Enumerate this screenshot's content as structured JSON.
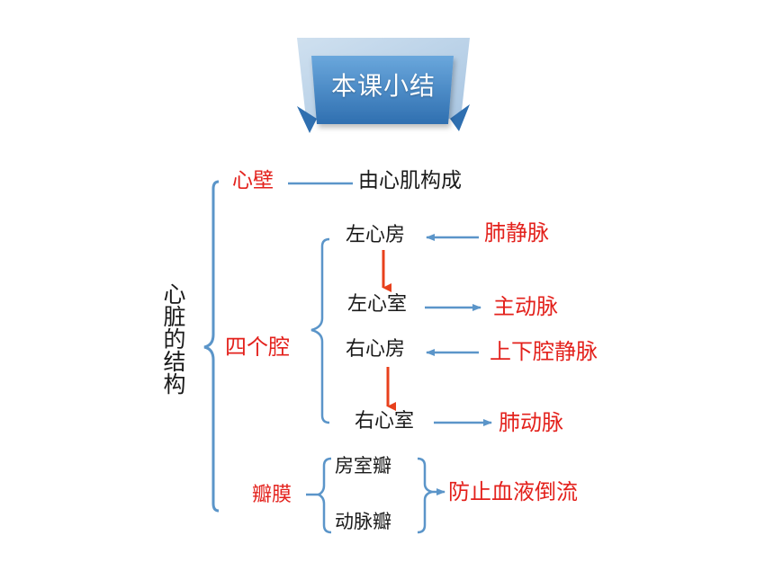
{
  "title": "本课小结",
  "root_label": "心脏的结构",
  "wall": {
    "label": "心壁",
    "desc": "由心肌构成"
  },
  "chambers": {
    "label": "四个腔",
    "items": [
      {
        "name": "左心房",
        "vessel": "肺静脉",
        "direction": "in"
      },
      {
        "name": "左心室",
        "vessel": "主动脉",
        "direction": "out"
      },
      {
        "name": "右心房",
        "vessel": "上下腔静脉",
        "direction": "in"
      },
      {
        "name": "右心室",
        "vessel": "肺动脉",
        "direction": "out"
      }
    ]
  },
  "valves": {
    "label": "瓣膜",
    "items": [
      "房室瓣",
      "动脉瓣"
    ],
    "function": "防止血液倒流"
  },
  "colors": {
    "accent_red": "#e3211c",
    "line_blue": "#5b95c9",
    "arrow_red": "#e8401c",
    "title_blue": "#3f86c6"
  }
}
